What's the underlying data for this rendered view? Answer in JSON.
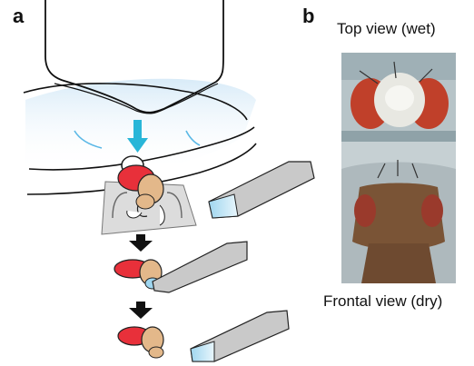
{
  "panels": {
    "a": {
      "label": "a"
    },
    "b": {
      "label": "b",
      "top_caption": "Top view (wet)",
      "bottom_caption": "Frontal view (dry)"
    }
  },
  "colors": {
    "arrow_cyan": "#29b6d8",
    "fly_red": "#e8303a",
    "fly_tan": "#e3b88a",
    "tool_gray": "#c9c9c9",
    "water_blue": "#dfeef8",
    "photo_brown": "#7a5436"
  }
}
